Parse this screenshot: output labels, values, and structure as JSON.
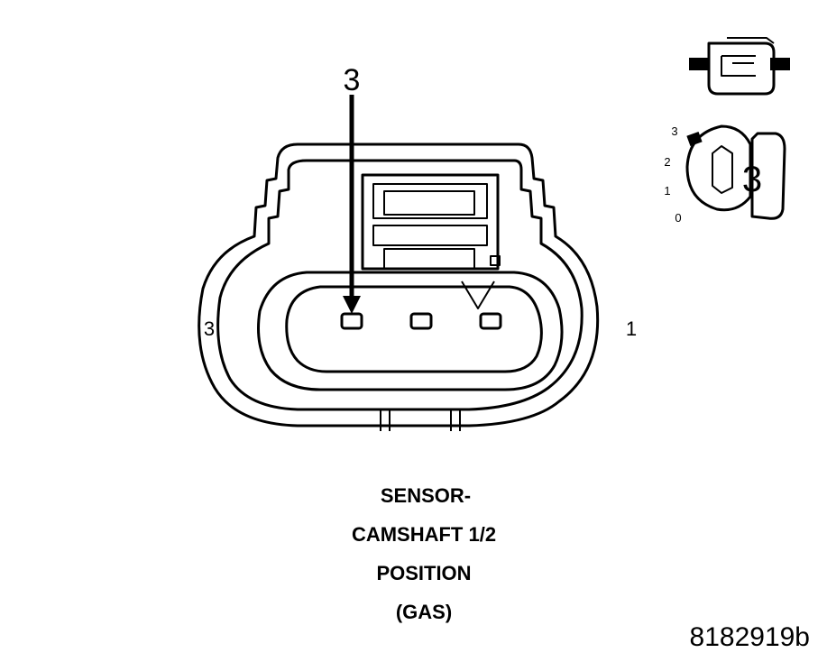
{
  "connector": {
    "callout_cavity": "3",
    "left_pin_label": "3",
    "right_pin_label": "1"
  },
  "caption": {
    "line1": "SENSOR-",
    "line2": "CAMSHAFT 1/2",
    "line3": "POSITION",
    "line4": "(GAS)"
  },
  "figure_id": "8182919b",
  "key_icon": {
    "value": "3",
    "scale": [
      "3",
      "2",
      "1",
      "0"
    ]
  },
  "colors": {
    "ink": "#000000",
    "paper": "#ffffff"
  }
}
